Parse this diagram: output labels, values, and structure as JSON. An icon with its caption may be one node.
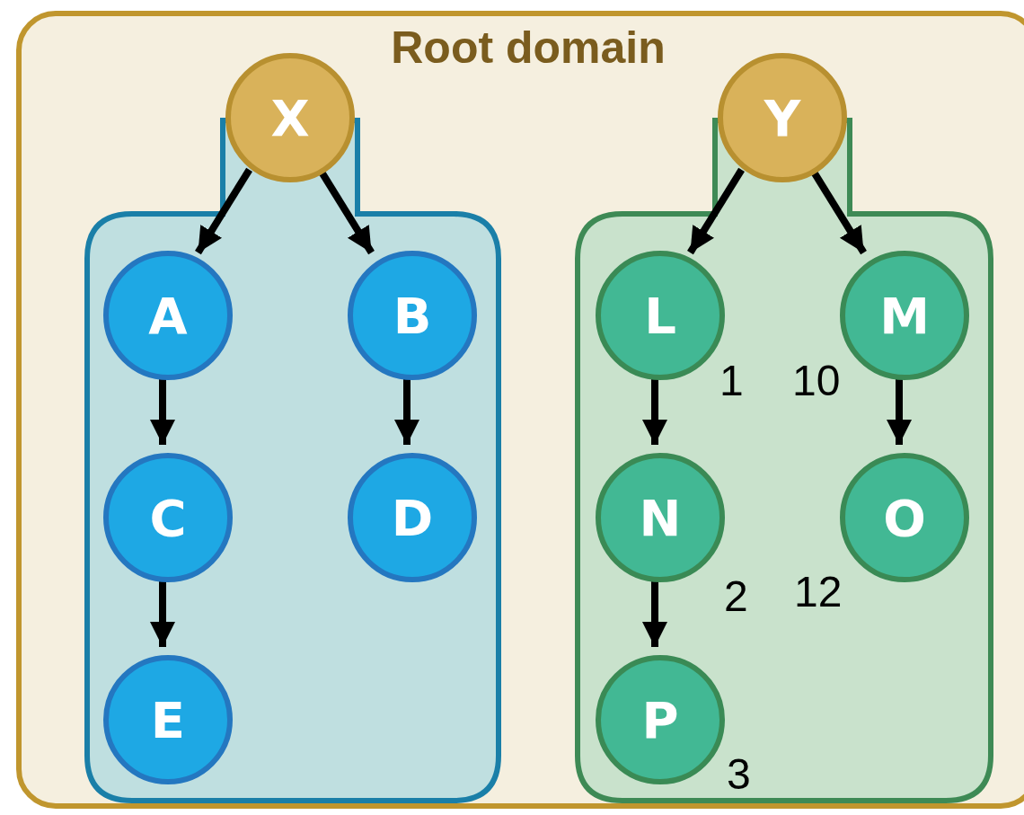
{
  "diagram": {
    "nodes": [
      {
        "text": [
          "Root domain"
        ]
      },
      {
        "text": [
          "X"
        ],
        "in": 0
      },
      {
        "text": [],
        "shape": "box",
        "in": 0
      },
      {
        "text": [
          "A"
        ],
        "in": 2
      },
      {
        "text": [
          "B"
        ],
        "in": 2
      },
      {
        "text": [
          "C"
        ],
        "in": 2
      },
      {
        "text": [
          "D"
        ],
        "in": 2
      },
      {
        "text": [
          "E"
        ],
        "in": 2
      },
      {
        "text": [
          "Y"
        ],
        "in": 0
      },
      {
        "text": [],
        "shape": "box",
        "in": 0
      },
      {
        "text": [
          "L"
        ],
        "in": 9,
        "beside": [
          "1"
        ]
      },
      {
        "text": [
          "M"
        ],
        "in": 9,
        "beside": [
          "10"
        ]
      },
      {
        "text": [
          "N"
        ],
        "in": 9,
        "beside": [
          "2"
        ]
      },
      {
        "text": [
          "O"
        ],
        "in": 9,
        "beside": [
          "12"
        ]
      },
      {
        "text": [
          "P"
        ],
        "in": 9,
        "beside": [
          "3"
        ]
      }
    ],
    "edges": [
      {
        "from": 1,
        "to": 3,
        "arrow": "to"
      },
      {
        "from": 1,
        "to": 4,
        "arrow": "to"
      },
      {
        "from": 3,
        "to": 5,
        "arrow": "to"
      },
      {
        "from": 5,
        "to": 7,
        "arrow": "to"
      },
      {
        "from": 4,
        "to": 6,
        "arrow": "to"
      },
      {
        "from": 8,
        "to": 10,
        "arrow": "to"
      },
      {
        "from": 8,
        "to": 11,
        "arrow": "to"
      },
      {
        "from": 10,
        "to": 12,
        "arrow": "to"
      },
      {
        "from": 12,
        "to": 14,
        "arrow": "to"
      },
      {
        "from": 11,
        "to": 13,
        "arrow": "to"
      }
    ]
  }
}
